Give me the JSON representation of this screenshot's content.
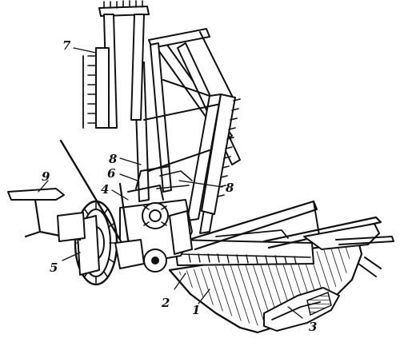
{
  "diagram": {
    "callouts": [
      {
        "id": "c1",
        "label": "1"
      },
      {
        "id": "c2",
        "label": "2"
      },
      {
        "id": "c3",
        "label": "3"
      },
      {
        "id": "c4",
        "label": "4"
      },
      {
        "id": "c5",
        "label": "5"
      },
      {
        "id": "c6",
        "label": "6"
      },
      {
        "id": "c7",
        "label": "7"
      },
      {
        "id": "c8a",
        "label": "8"
      },
      {
        "id": "c8b",
        "label": "8"
      },
      {
        "id": "c9",
        "label": "9"
      }
    ]
  },
  "colors": {
    "ink": "#111111",
    "paper": "#ffffff"
  }
}
